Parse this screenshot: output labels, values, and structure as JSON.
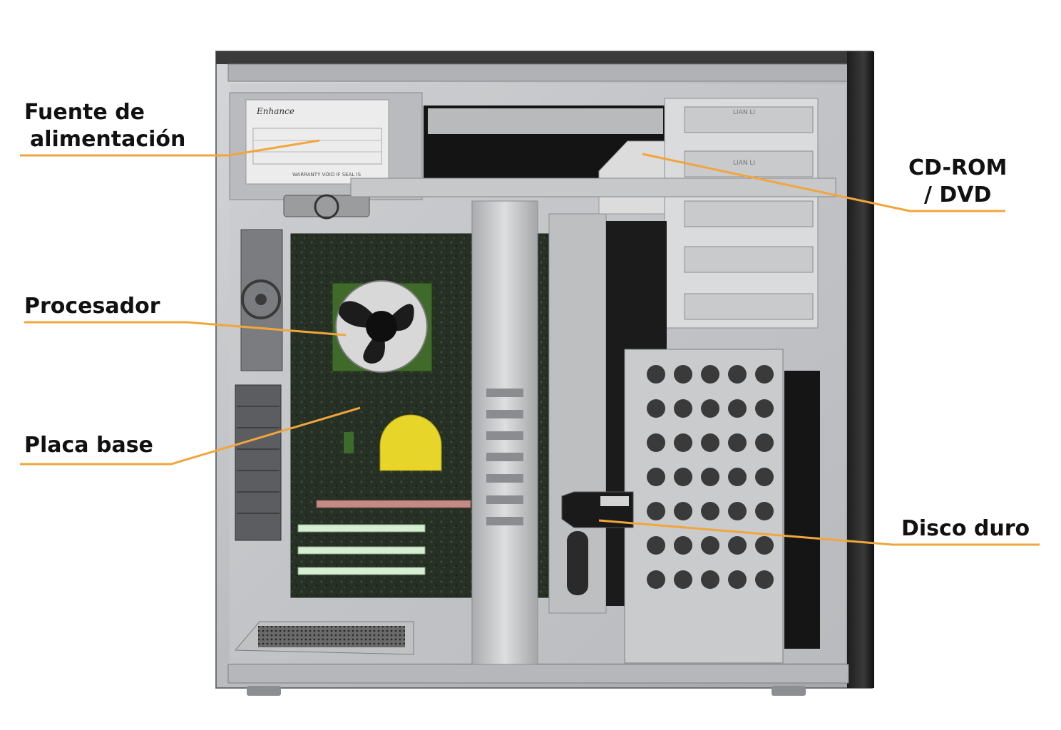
{
  "labels": {
    "power_supply": {
      "line1": "Fuente de",
      "line2": "alimentación"
    },
    "processor": "Procesador",
    "motherboard": "Placa base",
    "cdrom": {
      "line1": "CD-ROM",
      "line2": "/ DVD"
    },
    "hard_disk": "Disco duro"
  },
  "psu_sticker": {
    "brand": "Enhance",
    "warranty": "WARRANTY VOID IF SEAL IS"
  },
  "bay_brand": "LIAN LI",
  "colors": {
    "leader_line": "#f0a63c",
    "case_aluminum": "#c2c4c6",
    "case_dark": "#2a2a2a",
    "motherboard": "#263024",
    "cpu_fan": "#d8d8d8",
    "chip": "#e8d52a",
    "slot": "#d6eed2"
  }
}
